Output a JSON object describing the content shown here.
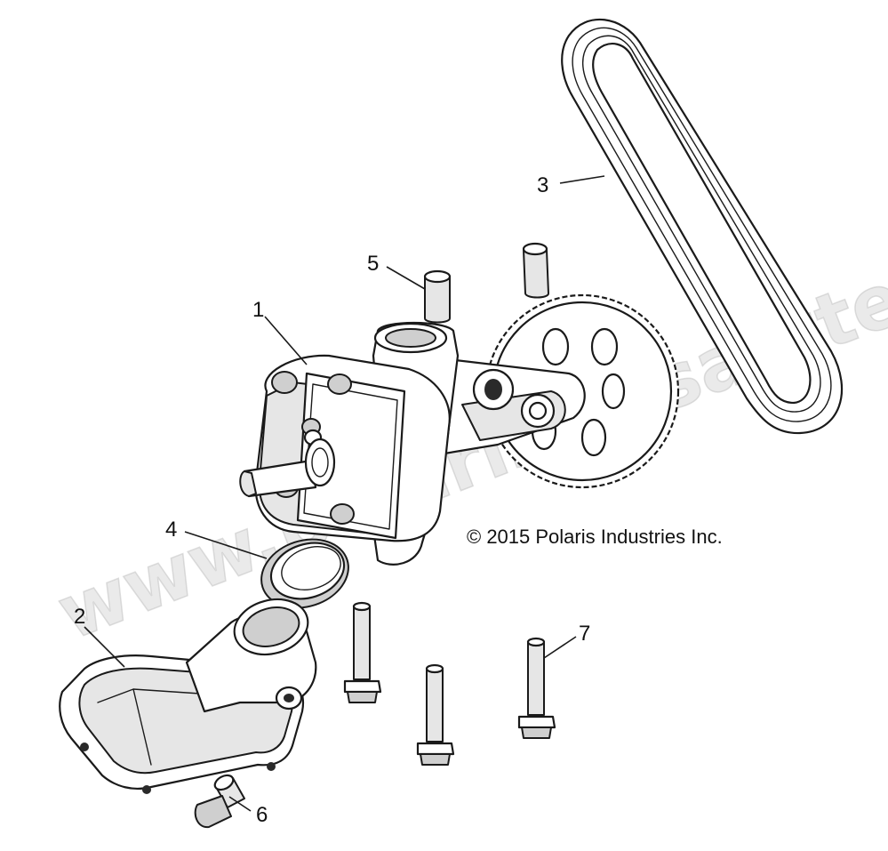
{
  "callouts": {
    "c1": "1",
    "c2": "2",
    "c3": "3",
    "c4": "4",
    "c5": "5",
    "c6": "6",
    "c7": "7"
  },
  "copyright": "© 2015 Polaris Industries Inc.",
  "watermark": "www.polaris-ersatzteile.de",
  "colors": {
    "line": "#1a1a1a",
    "background": "#ffffff",
    "watermark": "#d9d9d9"
  }
}
